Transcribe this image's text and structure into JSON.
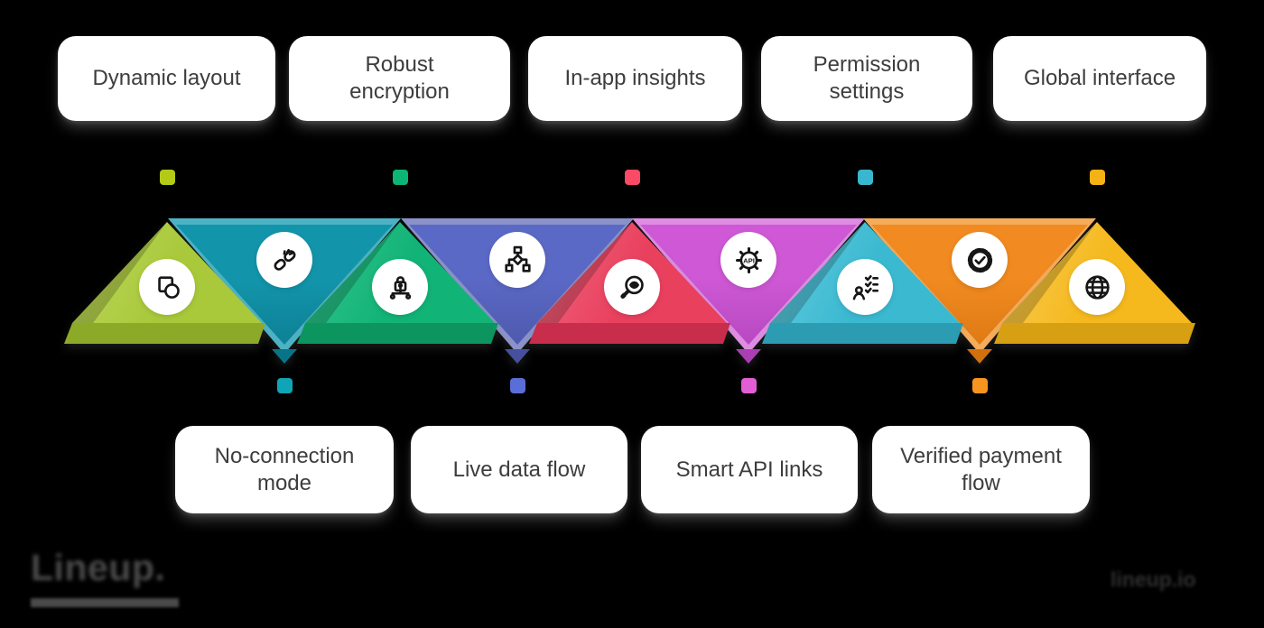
{
  "canvas": {
    "background": "#000000",
    "card_background": "#ffffff",
    "card_text_color": "#3d3d3d",
    "icon_stroke": "#161616"
  },
  "steps": [
    {
      "label": "Dynamic layout",
      "position": "top",
      "direction": "up",
      "icon": "overlapping-shapes-icon",
      "color": "#a9c93b",
      "color_light": "#bdd65c",
      "color_dark": "#8da928",
      "square_color": "#b3cb17"
    },
    {
      "label": "No-connection mode",
      "position": "bottom",
      "direction": "down",
      "icon": "broken-link-icon",
      "color": "#1295ab",
      "color_light": "#4db3c4",
      "color_dark": "#0b7387",
      "square_color": "#0fa4b6"
    },
    {
      "label": "Robust encryption",
      "position": "top",
      "direction": "up",
      "icon": "lock-network-icon",
      "color": "#12b377",
      "color_light": "#33c48d",
      "color_dark": "#0d9560",
      "square_color": "#0cb475"
    },
    {
      "label": "Live data flow",
      "position": "bottom",
      "direction": "down",
      "icon": "flowchart-icon",
      "color": "#5b69c6",
      "color_light": "#8a92c9",
      "color_dark": "#46509e",
      "square_color": "#5a6ed8"
    },
    {
      "label": "In-app insights",
      "position": "top",
      "direction": "up",
      "icon": "magnifier-eye-icon",
      "color": "#e9405e",
      "color_light": "#f0657d",
      "color_dark": "#c82d4b",
      "square_color": "#fb4a66"
    },
    {
      "label": "Smart API links",
      "position": "bottom",
      "direction": "down",
      "icon": "api-gear-icon",
      "color": "#ce58d5",
      "color_light": "#de8de2",
      "color_dark": "#a93fb3",
      "square_color": "#e35ed5"
    },
    {
      "label": "Permission settings",
      "position": "top",
      "direction": "up",
      "icon": "user-checklist-icon",
      "color": "#3bb9d1",
      "color_light": "#63cadd",
      "color_dark": "#2c9cb2",
      "square_color": "#38b7cf"
    },
    {
      "label": "Verified payment flow",
      "position": "bottom",
      "direction": "down",
      "icon": "verified-badge-icon",
      "color": "#f18a20",
      "color_light": "#f5ac5b",
      "color_dark": "#d2700e",
      "square_color": "#f79420"
    },
    {
      "label": "Global interface",
      "position": "top",
      "direction": "up",
      "icon": "globe-icon",
      "color": "#f5b91e",
      "color_light": "#f8cb52",
      "color_dark": "#d6a012",
      "square_color": "#f4b214"
    }
  ],
  "watermark": {
    "brand": "Lineup.",
    "site": "lineup.io"
  }
}
